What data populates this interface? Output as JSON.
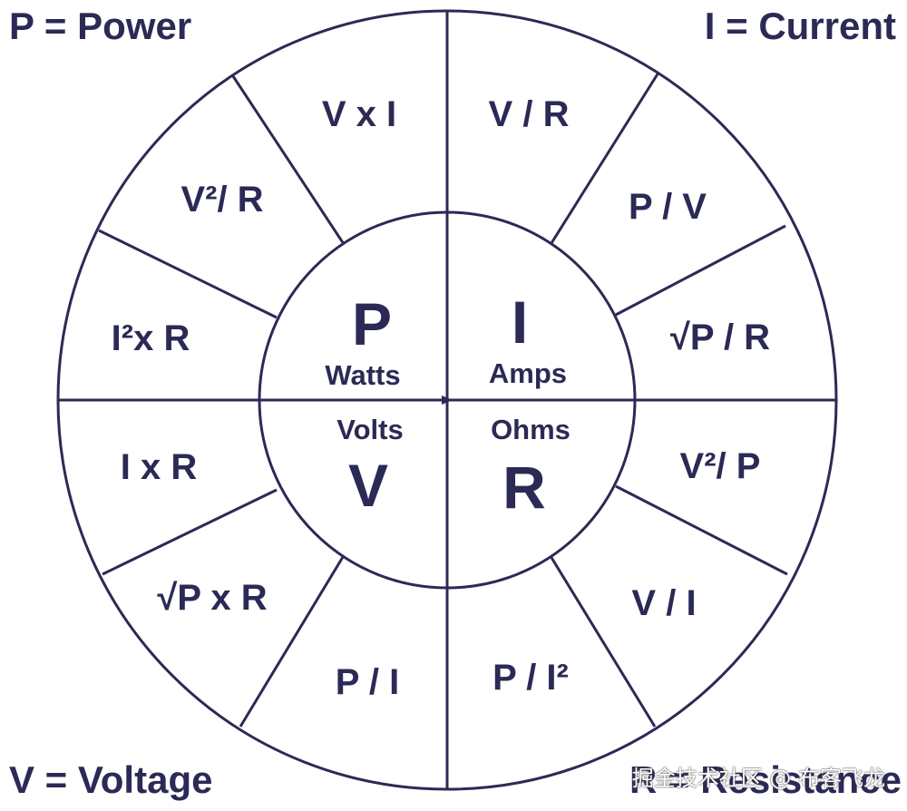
{
  "corners": {
    "top_left": "P = Power",
    "top_right": "I = Current",
    "bottom_left": "V = Voltage",
    "bottom_right": "R = Resistance"
  },
  "watermark": "掘金技术社区 @ 布客飞龙",
  "center": {
    "p": {
      "symbol": "P",
      "unit": "Watts"
    },
    "i": {
      "symbol": "I",
      "unit": "Amps"
    },
    "v": {
      "symbol": "V",
      "unit": "Volts"
    },
    "r": {
      "symbol": "R",
      "unit": "Ohms"
    }
  },
  "formulas": {
    "p_vxi": "V x I",
    "p_v2r": "V²/ R",
    "p_i2r": "I²x R",
    "i_vr": "V / R",
    "i_pv": "P / V",
    "i_sqrt_pr": "√P / R",
    "v_ixr": "I x R",
    "v_sqrt_pxr": "√P x R",
    "v_pi": "P / I",
    "r_v2p": "V²/ P",
    "r_vi": "V / I",
    "r_pi2": "P / I²"
  },
  "colors": {
    "ink": "#2b2a56",
    "background": "#ffffff"
  }
}
